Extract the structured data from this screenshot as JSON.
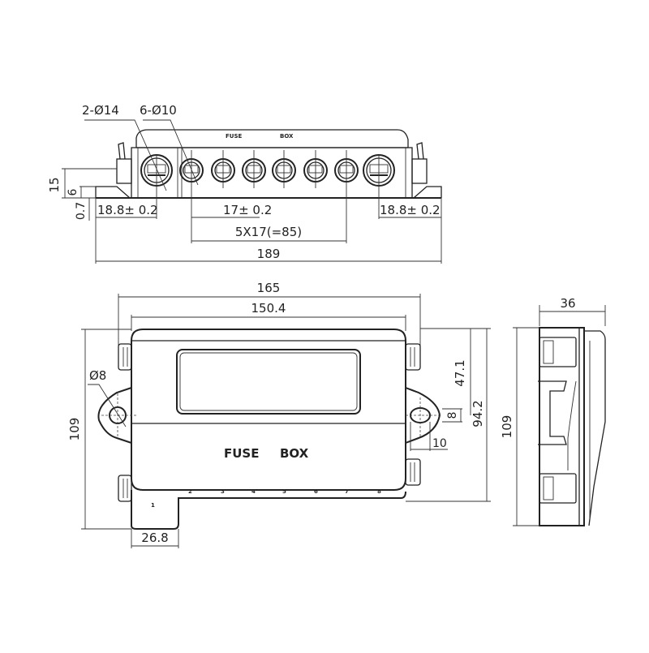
{
  "drawing": {
    "title": "FUSE BOX",
    "top_view": {
      "callouts": {
        "large_holes": "2-Ø14",
        "small_holes": "6-Ø10"
      },
      "embossed_text": [
        "FUSE",
        "BOX"
      ],
      "dimensions": {
        "height": "15",
        "flange_height": "6",
        "base_thickness": "0.7",
        "left_offset": "18.8± 0.2",
        "pitch": "17± 0.2",
        "right_offset": "18.8± 0.2",
        "pitch_total": "5X17(=85)",
        "overall_width": "189"
      }
    },
    "front_view": {
      "label_left": "FUSE",
      "label_right": "BOX",
      "slot_numbers": [
        "1",
        "2",
        "3",
        "4",
        "5",
        "6",
        "7",
        "8"
      ],
      "dimensions": {
        "overall_width": "165",
        "body_width": "150.4",
        "hole_diameter": "Ø8",
        "overall_height": "109",
        "half_height": "47.1",
        "mount_height": "94.2",
        "ear_slot_height": "8",
        "ear_slot_length": "10",
        "tab_width": "26.8"
      }
    },
    "side_view": {
      "dimensions": {
        "depth": "36",
        "height": "109"
      }
    }
  }
}
